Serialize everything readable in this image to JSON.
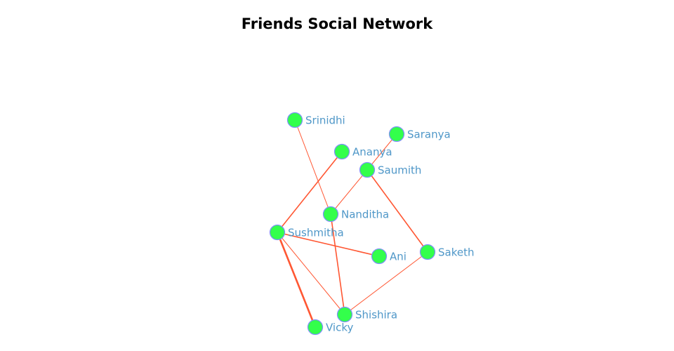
{
  "title": "Friends Social Network",
  "colors": {
    "node_fill": "#33ff4b",
    "node_stroke": "#7f8cff",
    "edge": "#ff5733",
    "label": "#4f97c8"
  },
  "nodes": [
    "Srinidhi",
    "Saranya",
    "Ananya",
    "Saumith",
    "Nanditha",
    "Sushmitha",
    "Ani",
    "Saketh",
    "Shishira",
    "Vicky"
  ],
  "edges": [
    {
      "source": "Srinidhi",
      "target": "Nanditha",
      "weight": 1
    },
    {
      "source": "Saranya",
      "target": "Saumith",
      "weight": 1
    },
    {
      "source": "Saumith",
      "target": "Nanditha",
      "weight": 1
    },
    {
      "source": "Ananya",
      "target": "Sushmitha",
      "weight": 2
    },
    {
      "source": "Saumith",
      "target": "Saketh",
      "weight": 2
    },
    {
      "source": "Sushmitha",
      "target": "Ani",
      "weight": 2
    },
    {
      "source": "Sushmitha",
      "target": "Vicky",
      "weight": 3
    },
    {
      "source": "Sushmitha",
      "target": "Shishira",
      "weight": 1
    },
    {
      "source": "Nanditha",
      "target": "Shishira",
      "weight": 2
    },
    {
      "source": "Saketh",
      "target": "Shishira",
      "weight": 1
    }
  ]
}
